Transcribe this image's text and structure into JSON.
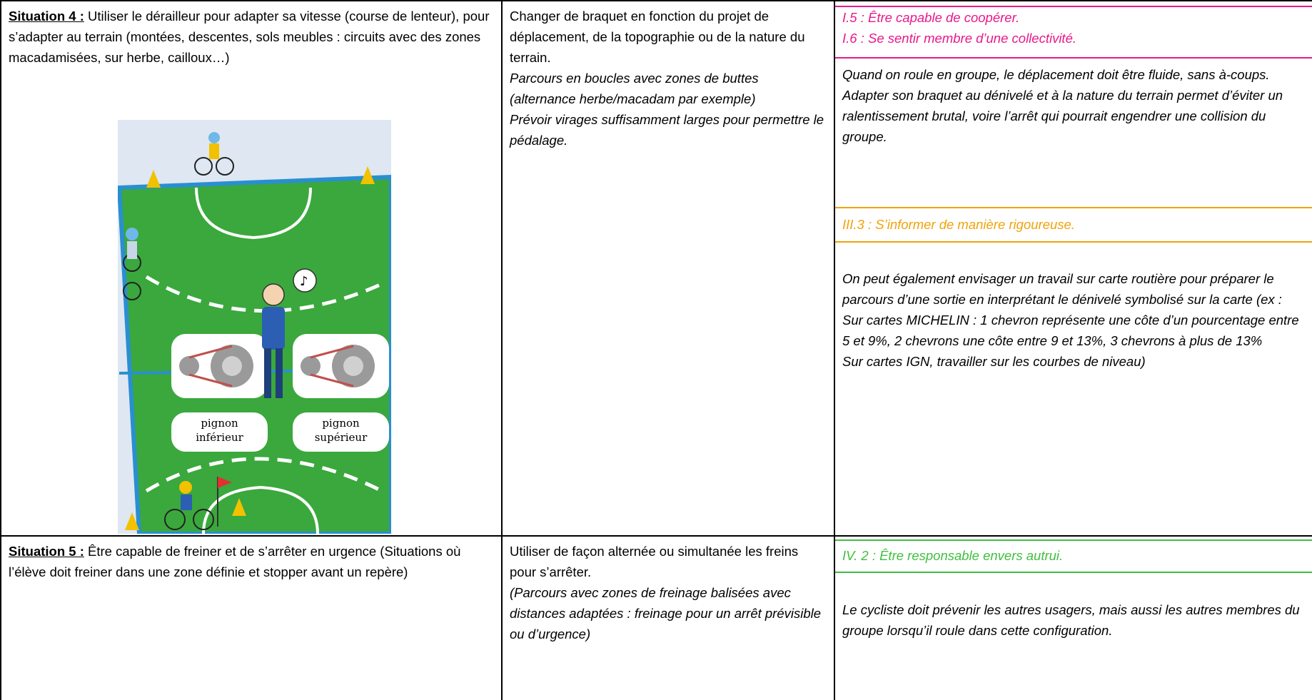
{
  "row1": {
    "col1": {
      "situation_label": "Situation 4 :",
      "situation_text": " Utiliser le dérailleur pour adapter sa vitesse (course de lenteur), pour s’adapter au terrain (montées, descentes, sols meubles : circuits avec des zones macadamisées, sur herbe, cailloux…)",
      "illustration_labels": [
        "pignon inférieur",
        "pignon supérieur"
      ]
    },
    "col2": {
      "text": "Changer de braquet en fonction du projet de déplacement, de la topographie ou de la nature du terrain.",
      "italic": "Parcours en boucles avec zones de buttes (alternance herbe/macadam par exemple)\nPrévoir virages suffisamment larges pour permettre le pédalage."
    },
    "col3": {
      "comp1": "I.5 : Être capable de coopérer.",
      "comp2": "I.6 : Se sentir membre d’une collectivité.",
      "para1": "Quand on roule en groupe, le déplacement doit être fluide, sans à-coups. Adapter son braquet au dénivelé et à la nature du terrain permet d’éviter un ralentissement brutal, voire l’arrêt qui pourrait engendrer une collision du groupe.",
      "comp3": "III.3 : S’informer de manière rigoureuse.",
      "para2": "On peut également envisager un travail sur carte routière pour préparer le parcours d’une sortie en interprétant le dénivelé symbolisé sur la carte (ex : Sur cartes MICHELIN : 1 chevron représente une côte d’un pourcentage entre 5 et 9%, 2 chevrons une côte entre 9 et 13%, 3 chevrons à plus de 13%\nSur cartes IGN, travailler sur les courbes de niveau)"
    }
  },
  "row2": {
    "col1": {
      "situation_label": "Situation 5 :",
      "situation_text": " Être capable de freiner et de s’arrêter en urgence (Situations où l’élève doit freiner dans une zone définie et stopper avant un repère)"
    },
    "col2": {
      "text": "Utiliser de façon alternée ou simultanée les freins pour s’arrêter.",
      "italic": "(Parcours avec zones de freinage balisées avec distances adaptées : freinage pour un arrêt prévisible ou d’urgence)"
    },
    "col3": {
      "comp1": "IV. 2 : Être responsable envers autrui.",
      "para1": "Le cycliste doit prévenir les autres usagers, mais aussi les autres membres du groupe lorsqu’il roule dans cette configuration."
    }
  },
  "colors": {
    "pink": "#e8198b",
    "orange": "#f0a30a",
    "green": "#3fbf3f",
    "field_green": "#3aa83c"
  }
}
